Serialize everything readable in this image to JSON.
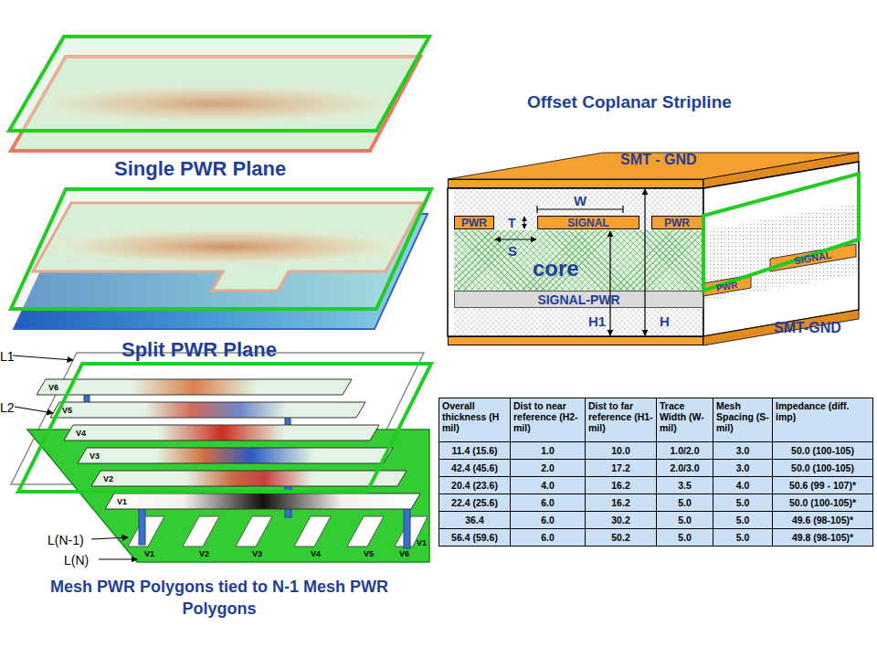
{
  "diagram": {
    "nodes": [
      {
        "text": [
          "SMT - GND"
        ]
      },
      {
        "text": [
          "PWR"
        ]
      },
      {
        "text": [
          "SIGNAL"
        ]
      },
      {
        "text": [
          "PWR"
        ]
      },
      {
        "text": [
          "core"
        ]
      },
      {
        "text": [
          "SIGNAL-PWR"
        ]
      },
      {
        "text": [
          "SIGNAL"
        ]
      },
      {
        "text": [
          "PWR"
        ]
      },
      {
        "text": [
          "SMT-GND"
        ]
      },
      {
        "text": [
          "V6"
        ]
      },
      {
        "text": [
          "V5"
        ]
      },
      {
        "text": [
          "V4"
        ]
      },
      {
        "text": [
          "V3"
        ]
      },
      {
        "text": [
          "V2"
        ]
      },
      {
        "text": [
          "V1"
        ]
      }
    ],
    "labels": [
      "Single PWR Plane",
      "Split PWR Plane",
      "L1",
      "L2",
      "L(N-1)",
      "L(N)",
      "Mesh PWR Polygons tied to N-1 Mesh PWR Polygons",
      "V1",
      "V2",
      "V3",
      "V4",
      "V5",
      "V6",
      "V1",
      "Offset Coplanar Stripline",
      "T",
      "W",
      "S",
      "H1",
      "H",
      "Overall thickness (H mil)",
      "Dist to near reference (H2-mil)",
      "Dist to far reference (H1-mil)",
      "Trace Width (W-mil)",
      "Mesh Spacing (S-mil)",
      "Impedance (diff. imp)",
      "11.4 (15.6)",
      "1.0",
      "10.0",
      "1.0/2.0",
      "3.0",
      "50.0 (100-105)",
      "42.4 (45.6)",
      "2.0",
      "17.2",
      "2.0/3.0",
      "3.0",
      "50.0 (100-105)",
      "20.4 (23.6)",
      "4.0",
      "16.2",
      "3.5",
      "4.0",
      "50.6 (99 - 107)*",
      "22.4 (25.6)",
      "6.0",
      "16.2",
      "5.0",
      "5.0",
      "50.0 (100-105)*",
      "36.4",
      "6.0",
      "30.2",
      "5.0",
      "5.0",
      "49.6 (98-105)*",
      "56.4 (59.6)",
      "6.0",
      "50.2",
      "5.0",
      "5.0",
      "49.8 (98-105)*"
    ]
  }
}
